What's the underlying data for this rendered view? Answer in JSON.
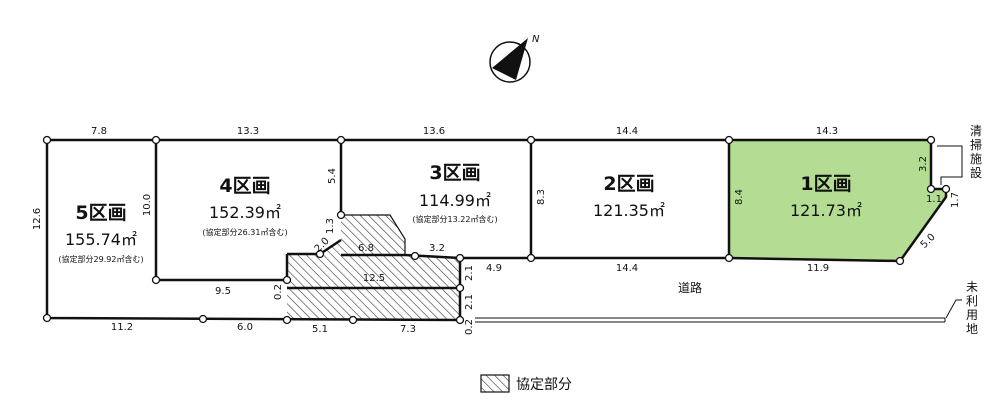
{
  "north": {
    "label": "N"
  },
  "lots": [
    {
      "name": "1区画",
      "area": "121.73㎡",
      "note": ""
    },
    {
      "name": "2区画",
      "area": "121.35㎡",
      "note": ""
    },
    {
      "name": "3区画",
      "area": "114.99㎡",
      "note": "(協定部分13.22㎡含む)"
    },
    {
      "name": "4区画",
      "area": "152.39㎡",
      "note": "(協定部分26.31㎡含む)"
    },
    {
      "name": "5区画",
      "area": "155.74㎡",
      "note": "(協定部分29.92㎡含む)"
    }
  ],
  "dimensions": {
    "top": [
      "7.8",
      "13.3",
      "13.6",
      "14.4",
      "14.3"
    ],
    "dividers": [
      "12.6",
      "10.0",
      "5.4",
      "8.3",
      "8.4",
      "3.2"
    ],
    "right": [
      "1.1",
      "1.7",
      "5.0"
    ],
    "lot_bottom": [
      "4.9",
      "14.4",
      "11.9"
    ],
    "inner": [
      "1.3",
      "2.0",
      "6.8",
      "3.2",
      "12.5",
      "0.2",
      "9.5",
      "2.1",
      "2.1",
      "0.2"
    ],
    "bottom": [
      "11.2",
      "6.0",
      "5.1",
      "7.3"
    ]
  },
  "labels": {
    "road": "道路",
    "cleaning": "清掃施設",
    "unused": "未利用地"
  },
  "legend": {
    "label": "協定部分"
  }
}
